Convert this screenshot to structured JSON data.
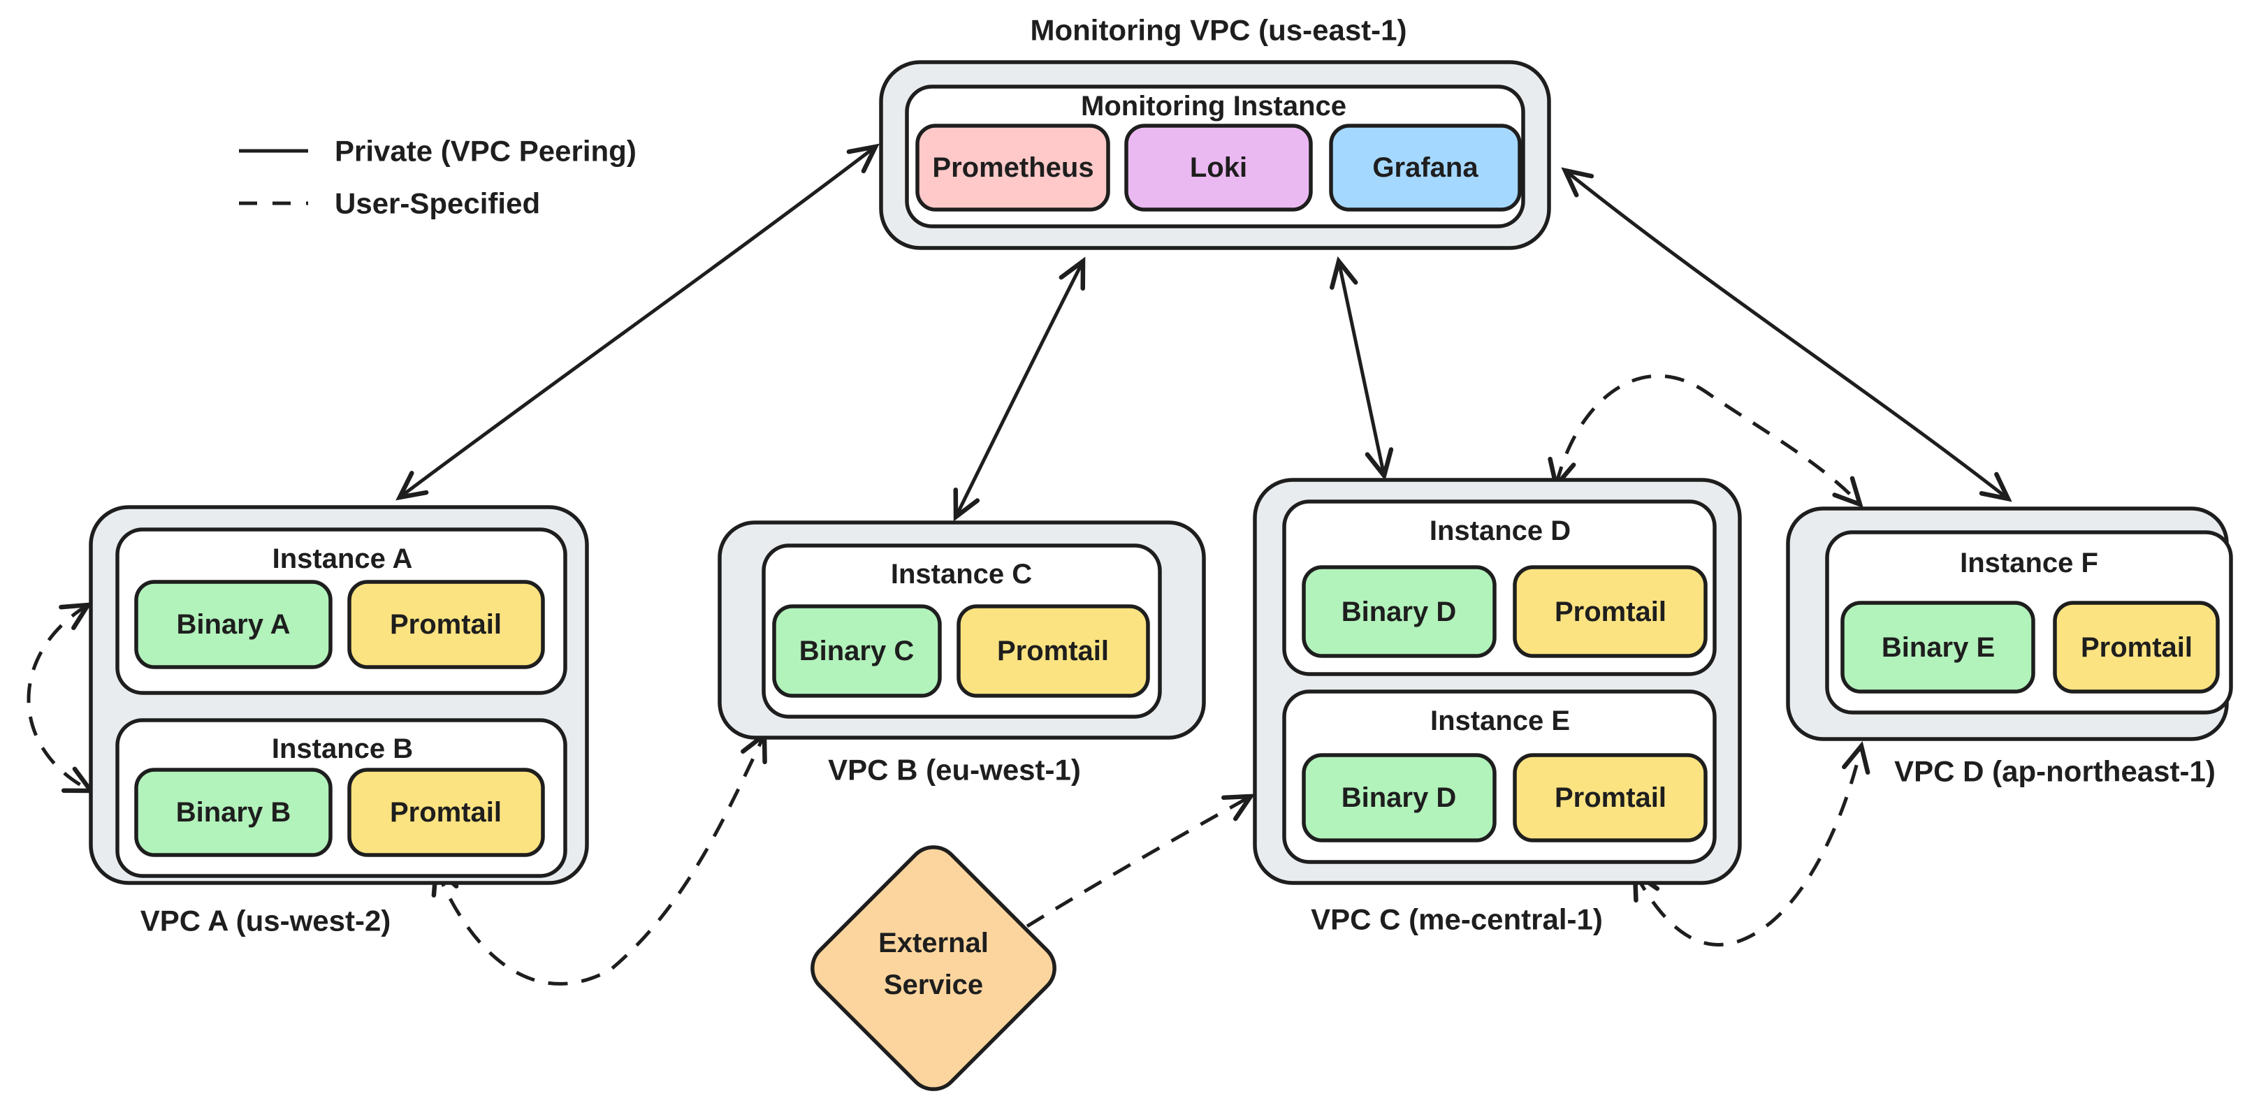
{
  "legend": {
    "items": [
      {
        "line_style": "solid",
        "label": "Private (VPC Peering)"
      },
      {
        "line_style": "dashed",
        "label": "User-Specified"
      }
    ]
  },
  "monitoring_vpc": {
    "title": "Monitoring VPC (us-east-1)",
    "instance_label": "Monitoring Instance",
    "services": [
      {
        "name": "Prometheus",
        "color": "#ffc9c9"
      },
      {
        "name": "Loki",
        "color": "#ebb9f2"
      },
      {
        "name": "Grafana",
        "color": "#a5d8ff"
      }
    ]
  },
  "vpcs": [
    {
      "label": "VPC A (us-west-2)",
      "instances": [
        {
          "label": "Instance A",
          "components": [
            {
              "name": "Binary A",
              "color": "#b2f2bb"
            },
            {
              "name": "Promtail",
              "color": "#fbe381"
            }
          ]
        },
        {
          "label": "Instance B",
          "components": [
            {
              "name": "Binary B",
              "color": "#b2f2bb"
            },
            {
              "name": "Promtail",
              "color": "#fbe381"
            }
          ]
        }
      ]
    },
    {
      "label": "VPC B (eu-west-1)",
      "instances": [
        {
          "label": "Instance C",
          "components": [
            {
              "name": "Binary C",
              "color": "#b2f2bb"
            },
            {
              "name": "Promtail",
              "color": "#fbe381"
            }
          ]
        }
      ]
    },
    {
      "label": "VPC C (me-central-1)",
      "instances": [
        {
          "label": "Instance D",
          "components": [
            {
              "name": "Binary D",
              "color": "#b2f2bb"
            },
            {
              "name": "Promtail",
              "color": "#fbe381"
            }
          ]
        },
        {
          "label": "Instance E",
          "components": [
            {
              "name": "Binary D",
              "color": "#b2f2bb"
            },
            {
              "name": "Promtail",
              "color": "#fbe381"
            }
          ]
        }
      ]
    },
    {
      "label": "VPC D (ap-northeast-1)",
      "instances": [
        {
          "label": "Instance F",
          "components": [
            {
              "name": "Binary E",
              "color": "#b2f2bb"
            },
            {
              "name": "Promtail",
              "color": "#fbe381"
            }
          ]
        }
      ]
    }
  ],
  "external_service": {
    "lines": [
      "External",
      "Service"
    ],
    "color": "#fcd59e"
  },
  "edges": [
    {
      "from": "Monitoring Instance",
      "to": "VPC A",
      "type": "private-vpc-peering",
      "bidirectional": true
    },
    {
      "from": "Monitoring Instance",
      "to": "VPC B",
      "type": "private-vpc-peering",
      "bidirectional": true
    },
    {
      "from": "Monitoring Instance",
      "to": "VPC C",
      "type": "private-vpc-peering",
      "bidirectional": true
    },
    {
      "from": "Monitoring Instance",
      "to": "VPC D",
      "type": "private-vpc-peering",
      "bidirectional": true
    },
    {
      "from": "Instance A",
      "to": "Instance B",
      "type": "user-specified",
      "bidirectional": true
    },
    {
      "from": "VPC A (Instance B)",
      "to": "VPC B (Instance C)",
      "type": "user-specified",
      "bidirectional": true
    },
    {
      "from": "External Service",
      "to": "VPC C (Instance E)",
      "type": "user-specified",
      "bidirectional": false
    },
    {
      "from": "VPC C (Instance D)",
      "to": "VPC D (Instance F)",
      "type": "user-specified",
      "bidirectional": true
    },
    {
      "from": "VPC C (Instance E)",
      "to": "VPC D (Instance F)",
      "type": "user-specified",
      "bidirectional": true
    }
  ],
  "colors": {
    "stroke": "#1e1e1e",
    "vpc_fill": "#e9ecef",
    "instance_fill": "#ffffff",
    "binary_green": "#b2f2bb",
    "promtail_yellow": "#fbe381",
    "prometheus_pink": "#ffc9c9",
    "loki_purple": "#ebb9f2",
    "grafana_blue": "#a5d8ff",
    "external_orange": "#fcd59e",
    "background": "#ffffff"
  }
}
